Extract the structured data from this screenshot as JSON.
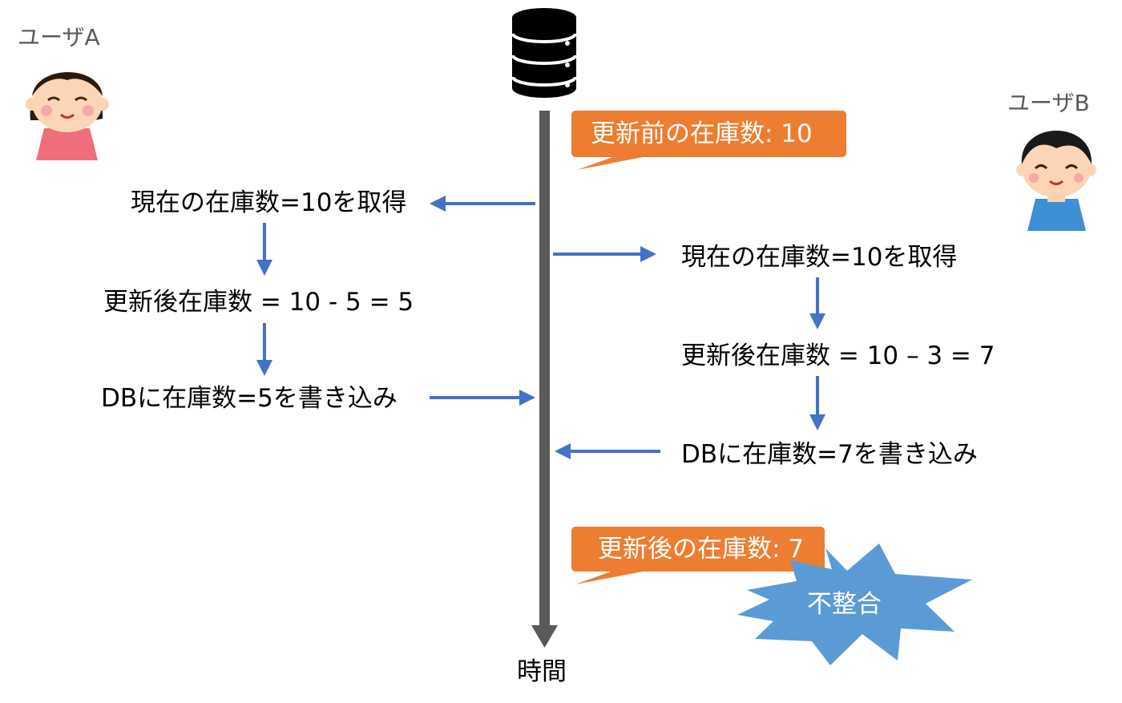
{
  "users": {
    "a": {
      "label": "ユーザA",
      "icon": "girl-avatar-icon"
    },
    "b": {
      "label": "ユーザB",
      "icon": "boy-avatar-icon"
    }
  },
  "database": {
    "icon": "database-icon"
  },
  "timeline": {
    "label": "時間"
  },
  "callouts": {
    "before": "更新前の在庫数: 10",
    "after": "更新後の在庫数: 7"
  },
  "user_a_steps": [
    "現在の在庫数=10を取得",
    "更新後在庫数 = 10 - 5 = 5",
    "DBに在庫数=5を書き込み"
  ],
  "user_b_steps": [
    "現在の在庫数=10を取得",
    "更新後在庫数 = 10 – 3 = 7",
    "DBに在庫数=7を書き込み"
  ],
  "burst": {
    "label": "不整合"
  },
  "colors": {
    "arrow": "#4472c4",
    "timeline": "#595959",
    "callout": "#ed7d31",
    "burst": "#5b9bd5",
    "db": "#000000"
  }
}
